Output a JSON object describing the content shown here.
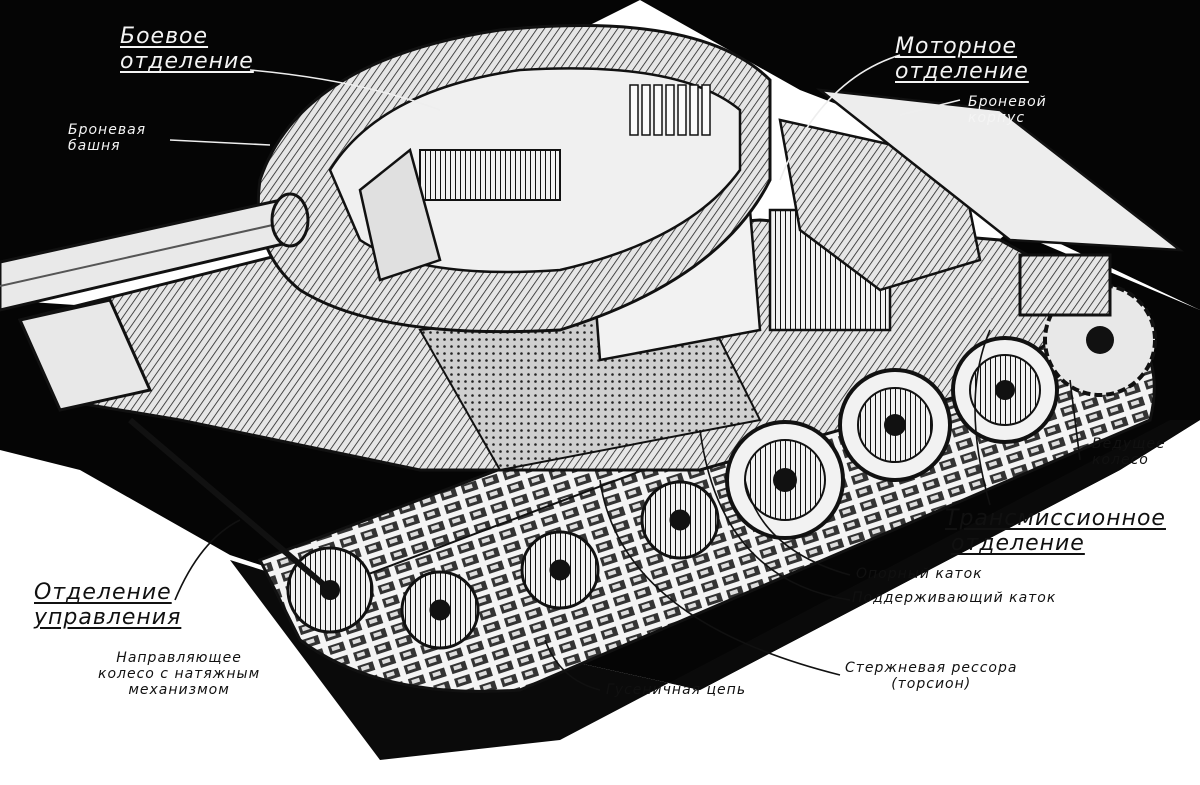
{
  "colors": {
    "ink": "#111111",
    "paper": "#ffffff",
    "mid": "#9a9a9a",
    "light": "#d8d8d8"
  },
  "labels": {
    "combat_compartment": [
      "Боевое",
      "отделение"
    ],
    "armored_turret": [
      "Броневая",
      "башня"
    ],
    "engine_compartment": [
      "Моторное",
      "отделение"
    ],
    "armored_hull": [
      "Броневой",
      "корпус"
    ],
    "drive_wheel": [
      "Ведущее",
      "колесо"
    ],
    "transmission_compartment": [
      "Трансмиссионное",
      "отделение"
    ],
    "road_wheel": "Опорный каток",
    "support_roller": "Поддерживающий каток",
    "torsion_bar": [
      "Стержневая рессора",
      "(торсион)"
    ],
    "track_chain": "Гусеничная цепь",
    "control_compartment": [
      "Отделение",
      "управления"
    ],
    "idler_wheel": [
      "Направляющее",
      "колесо с натяжным",
      "механизмом"
    ]
  }
}
